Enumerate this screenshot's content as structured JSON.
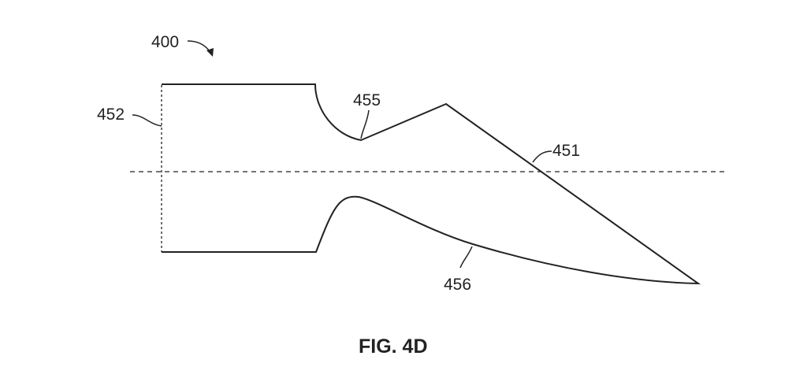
{
  "figure": {
    "caption": "FIG. 4D",
    "labels": {
      "assembly": "400",
      "side_edge": "452",
      "notch": "455",
      "upper_edge": "451",
      "lower_edge": "456"
    },
    "line_color": "#222222"
  }
}
